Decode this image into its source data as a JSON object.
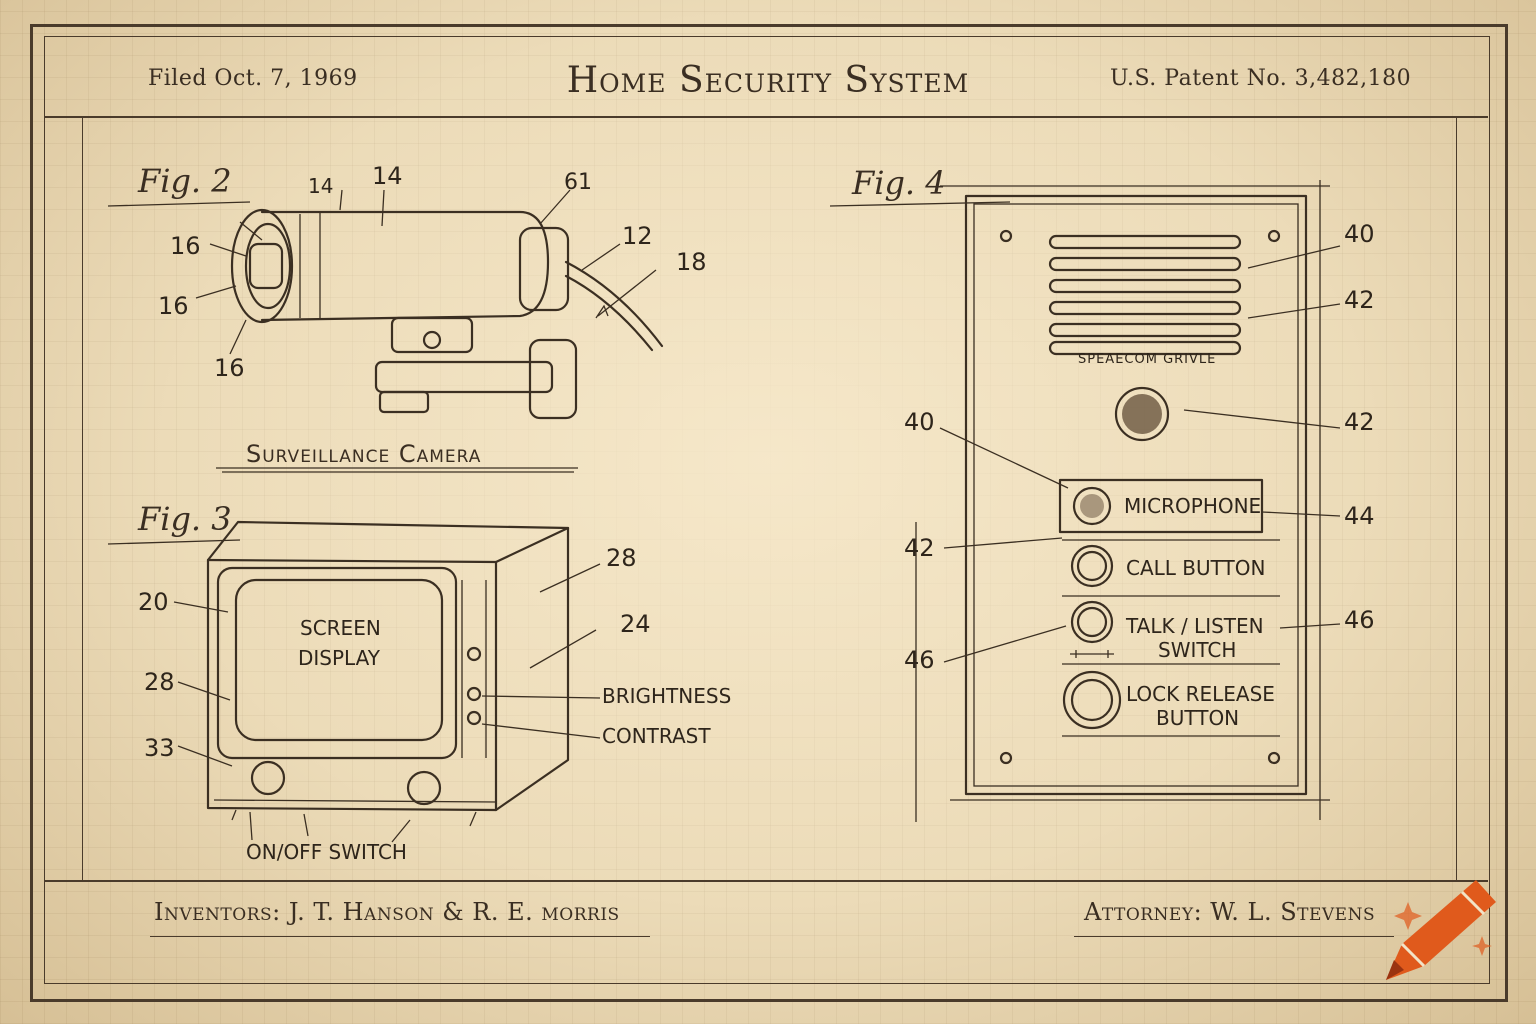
{
  "header": {
    "filed": "Filed  Oct. 7, 1969",
    "title": "Home Security System",
    "patent": "U.S. Patent No.  3,482,180"
  },
  "figures": {
    "fig2": {
      "label": "Fig. 2",
      "caption": "Surveillance Camera",
      "refs": [
        "14",
        "14",
        "61",
        "12",
        "18",
        "16",
        "16",
        "16"
      ]
    },
    "fig3": {
      "label": "Fig. 3",
      "screen_text_1": "SCREEN",
      "screen_text_2": "DISPLAY",
      "refs": [
        "20",
        "28",
        "33",
        "28",
        "24"
      ],
      "brightness": "BRIGHTNESS",
      "contrast": "CONTRAST",
      "onoff": "ON/OFF SWITCH"
    },
    "fig4": {
      "label": "Fig. 4",
      "grille_label": "SPEAECOM GRIVLE",
      "microphone": "MICROPHONE",
      "call_button": "CALL BUTTON",
      "talk_line1": "TALK  /  LISTEN",
      "talk_line2": "SWITCH",
      "lock_line1": "LOCK RELEASE",
      "lock_line2": "BUTTON",
      "refs_right": [
        "40",
        "42",
        "42",
        "44",
        "46"
      ],
      "refs_left": [
        "40",
        "42",
        "46"
      ]
    }
  },
  "footer": {
    "inventors": "Inventors:  J. T. Hanson & R. E. morris",
    "attorney": "Attorney:  W. L. Stevens"
  },
  "colors": {
    "ink": "#3b2f22",
    "paper": "#ecdcb9",
    "logo": "#e05a1c"
  }
}
